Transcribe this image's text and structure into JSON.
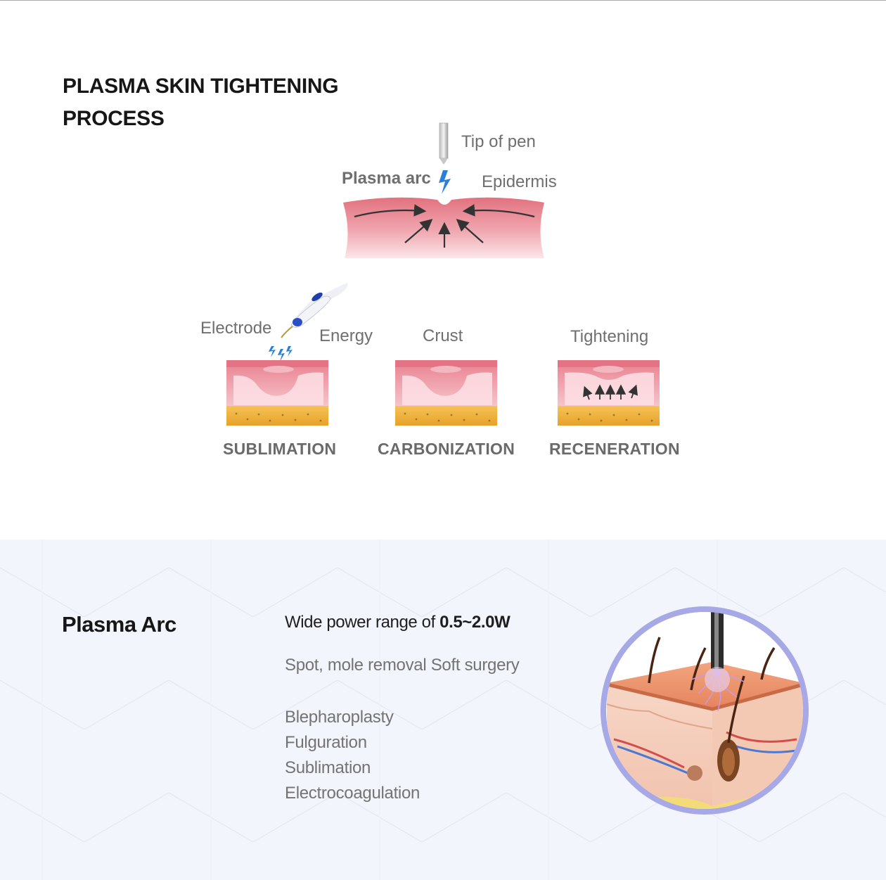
{
  "process": {
    "title_line1": "PLASMA SKIN TIGHTENING",
    "title_line2": "PROCESS",
    "top_diagram": {
      "tip_label": "Tip of pen",
      "arc_label": "Plasma arc",
      "epidermis_label": "Epidermis"
    },
    "stages_labels": {
      "electrode": "Electrode",
      "energy": "Energy",
      "crust": "Crust",
      "tightening": "Tightening"
    },
    "stages": [
      {
        "name": "SUBLIMATION"
      },
      {
        "name": "CARBONIZATION"
      },
      {
        "name": "RECENERATION"
      }
    ]
  },
  "plasma_arc": {
    "heading": "Plasma Arc",
    "power_prefix": "Wide power range of ",
    "power_value": "0.5~2.0W",
    "feature": "Spot, mole removal Soft surgery",
    "uses": [
      "Blepharoplasty",
      "Fulguration",
      "Sublimation",
      "Electrocoagulation"
    ]
  },
  "colors": {
    "skin_pink": "#e9808f",
    "fat_yellow": "#f0b43c",
    "arc_blue": "#2a7fd8",
    "circle_ring": "#a7a8e6",
    "lower_bg": "#f3f5fd"
  },
  "icons": [
    "pen-tip-icon",
    "lightning-icon",
    "electrode-pen-icon",
    "sparks-icon",
    "skin-cross-section-icon"
  ]
}
